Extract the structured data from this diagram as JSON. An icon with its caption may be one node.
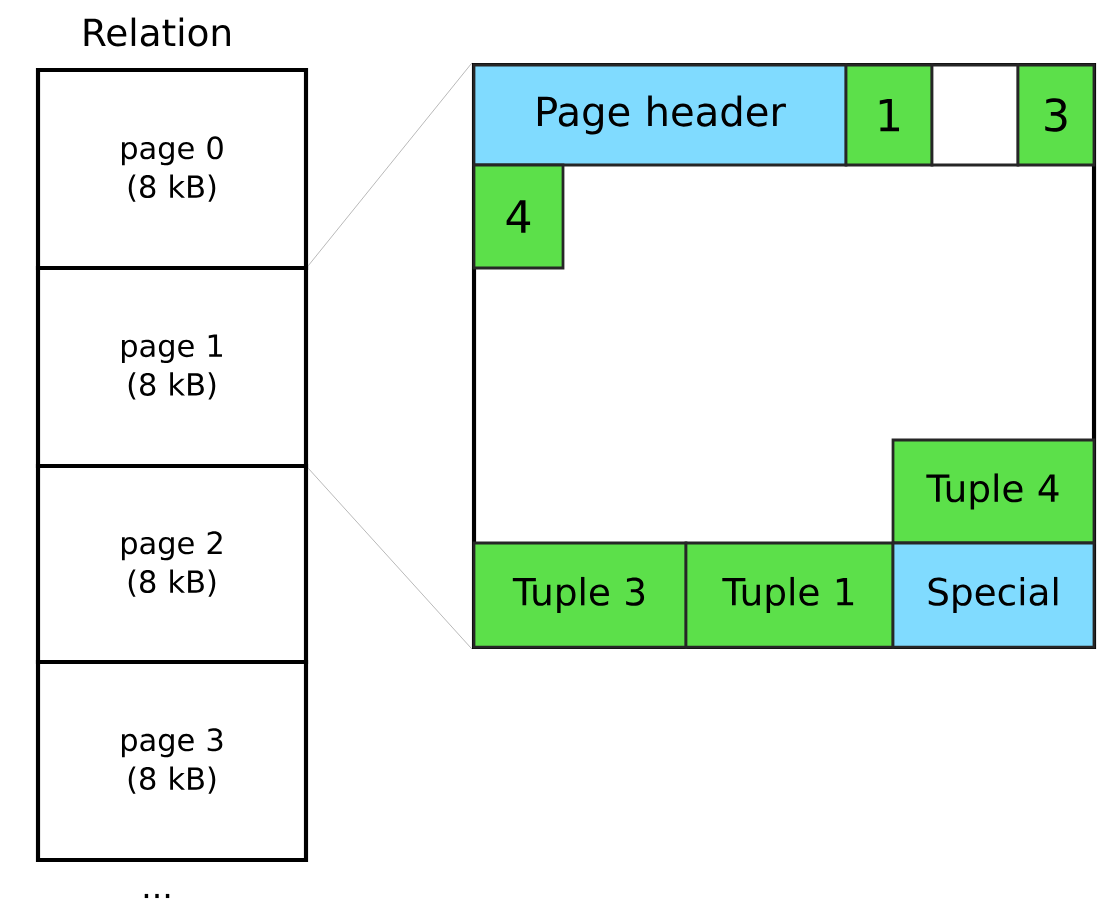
{
  "diagram": {
    "title": "Relation",
    "nodes": [
      {
        "text": [
          "page 0 (8 kB)"
        ]
      },
      {
        "text": [
          "page 1 (8 kB)"
        ]
      },
      {
        "text": [
          "page 2 (8 kB)"
        ]
      },
      {
        "text": [
          "page 3 (8 kB)"
        ]
      },
      {
        "text": [],
        "shape": "box"
      },
      {
        "text": [
          "Page header"
        ],
        "in": 4
      },
      {
        "text": [
          "1"
        ],
        "in": 4
      },
      {
        "text": [],
        "shape": "box",
        "in": 4
      },
      {
        "text": [
          "3"
        ],
        "in": 4
      },
      {
        "text": [
          "4"
        ],
        "in": 4
      },
      {
        "text": [
          "Tuple 4"
        ],
        "in": 4
      },
      {
        "text": [
          "Tuple 3"
        ],
        "in": 4
      },
      {
        "text": [
          "Tuple 1"
        ],
        "in": 4
      },
      {
        "text": [
          "Special"
        ],
        "in": 4
      }
    ],
    "edges": [
      {
        "from": 1,
        "to": 4,
        "arrow": "none",
        "color": "#aaaaaa"
      },
      {
        "from": 1,
        "to": 4,
        "arrow": "none",
        "color": "#aaaaaa"
      }
    ],
    "labels": [
      "..."
    ]
  }
}
